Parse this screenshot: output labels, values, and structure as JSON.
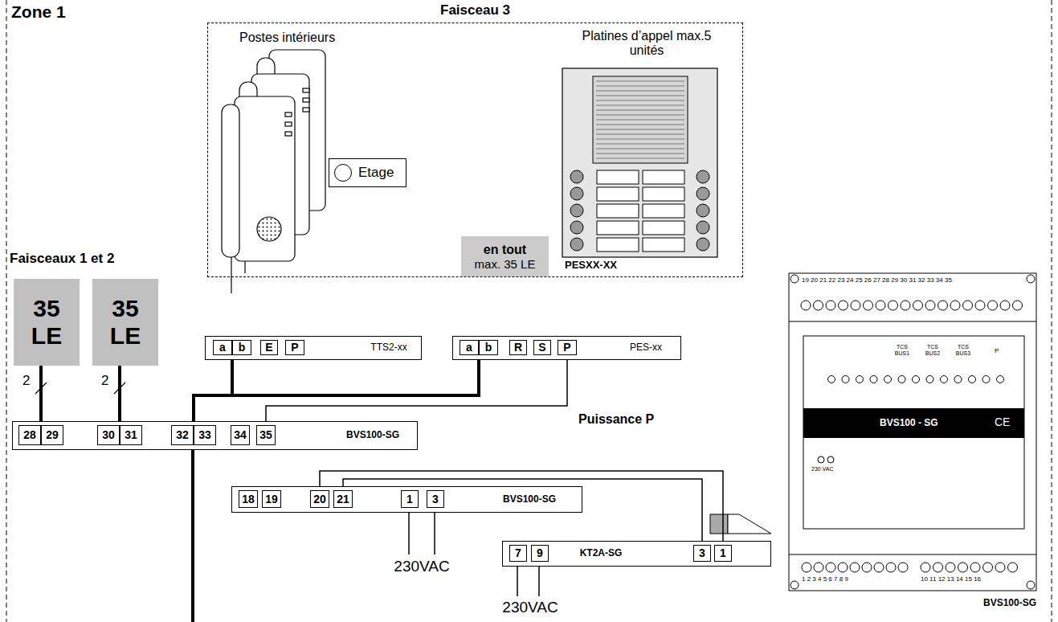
{
  "diagram": {
    "title": "Zone 1",
    "nodes": [
      {
        "text": [
          "Faisceau 3"
        ]
      },
      {
        "text": [
          "Etage"
        ],
        "in": 0
      },
      {
        "text": [
          "en tout",
          "max. 35 LE"
        ],
        "in": 0
      },
      {
        "text": [
          "35 LE"
        ]
      },
      {
        "text": [
          "35 LE"
        ]
      },
      {
        "text": [
          "a",
          "b",
          "E",
          "P",
          "TTS2-xx"
        ]
      },
      {
        "text": [
          "a",
          "b",
          "R",
          "S",
          "P",
          "PES-xx"
        ]
      },
      {
        "text": [
          "28",
          "29",
          "30",
          "31",
          "32",
          "33",
          "34",
          "35",
          "BVS100-SG"
        ]
      },
      {
        "text": [
          "18",
          "19",
          "20",
          "21",
          "1",
          "3",
          "BVS100-SG"
        ]
      },
      {
        "text": [
          "7",
          "9",
          "KT2A-SG",
          "3",
          "1"
        ]
      },
      {
        "text": [
          "BVS100 - SG",
          "BVS100-SG"
        ]
      }
    ],
    "edges": [
      {
        "from": 3,
        "to": 7,
        "arrow": "none",
        "label": "2"
      },
      {
        "from": 4,
        "to": 7,
        "arrow": "none",
        "label": "2"
      },
      {
        "from": 7,
        "to": 5,
        "arrow": "none"
      },
      {
        "from": 7,
        "to": 6,
        "arrow": "none"
      },
      {
        "from": 7,
        "to": 6,
        "arrow": "none",
        "label": "Puissance P"
      },
      {
        "from": 8,
        "to": 9,
        "arrow": "none"
      },
      {
        "from": 8,
        "to": 9,
        "arrow": "none"
      }
    ],
    "labels": [
      "Postes intérieurs",
      "Platines d’appel max.5 unités",
      "PESXX-XX",
      "Faisceaux 1 et 2",
      "230VAC",
      "230VAC",
      "19 20 21 22 23 24 25 26 27 28 29 30 31 32 33 34 35",
      "TCS BUS1",
      "TCS BUS2",
      "TCS BUS3",
      "P",
      "CE",
      "230 VAC",
      "1 2 3 4 5 6 7 8 9",
      "10 11 12 13 14 15 16"
    ]
  }
}
